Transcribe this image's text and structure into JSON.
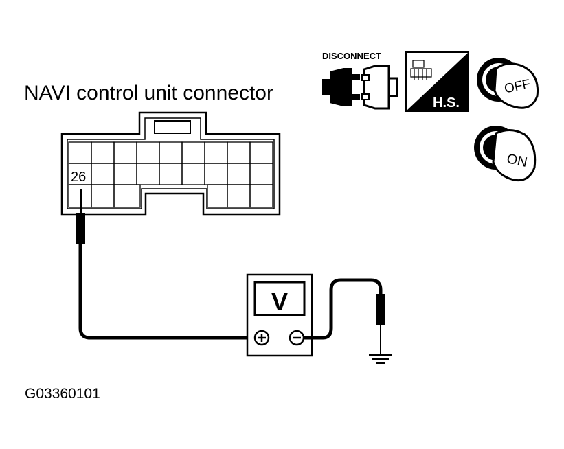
{
  "connector": {
    "title": "NAVI control unit connector",
    "terminal": "26"
  },
  "icons": {
    "disconnect_label": "DISCONNECT",
    "hs_label": "H.S.",
    "off_label": "OFF",
    "on_label": "ON"
  },
  "meter": {
    "symbol": "V"
  },
  "figure_code": "G03360101"
}
